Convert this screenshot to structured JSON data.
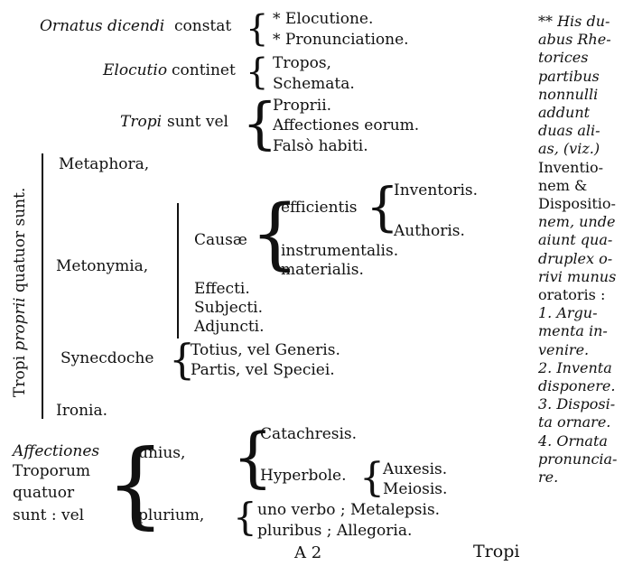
{
  "rows": {
    "ornatus_a": "Ornatus dicendi",
    "ornatus_b": "constat",
    "elocutione": "* Elocutione.",
    "pronunciatione": "* Pronunciatione.",
    "elocutio_a": "Elocutio",
    "elocutio_b": "continet",
    "tropos": "Tropos,",
    "schemata": "Schemata.",
    "tropi_a": "Tropi",
    "tropi_b": "sunt vel",
    "proprii": "Proprii.",
    "affectiones_eorum": "Affectiones eorum.",
    "falso_habiti": "Falsò habiti."
  },
  "side_label": {
    "pre": "Tropi ",
    "it": "proprii",
    "post": " quatuor sunt."
  },
  "tropes": {
    "metaphora": "Metaphora,",
    "metonymia": "Metonymia,",
    "causae": "Causæ",
    "efficientis": "efficientis",
    "inventoris": "Inventoris.",
    "authoris": "Authoris.",
    "instrumentalis": "instrumentalis.",
    "materialis": "materialis.",
    "effecti": "Effecti.",
    "subjecti": "Subjecti.",
    "adjuncti": "Adjuncti.",
    "synecdoche": "Synecdoche",
    "totius": "Totius, vel Generis.",
    "partis": "Partis, vel Speciei.",
    "ironia": "Ironia."
  },
  "affect": {
    "l1": "Affectiones",
    "l2": "Troporum",
    "l3": "quatuor",
    "l4": "sunt : vel",
    "unius": "unius,",
    "plurium": "plurium,",
    "catachresis": "Catachresis.",
    "hyperbole": "Hyperbole.",
    "auxesis": "Auxesis.",
    "meiosis": "Meiosis.",
    "uno_verbo": "uno verbo ; Metalepsis.",
    "pluribus": "pluribus ; Allegoria."
  },
  "footer": {
    "signature": "A 2",
    "catchword": "Tropi"
  },
  "sidenote": [
    "** His du-",
    "abus Rhe-",
    "torices",
    "partibus",
    "nonnulli",
    "addunt",
    "duas ali-",
    "as, (viz.)",
    "Inventio-",
    "nem &",
    "Dispositio-",
    "nem, unde",
    "aiunt qua-",
    "druplex o-",
    "rivi munus",
    "oratoris :",
    "1. Argu-",
    "menta in-",
    "venire.",
    "2. Inventa",
    "disponere.",
    "3. Disposi-",
    "ta ornare.",
    "4. Ornata",
    "pronuncia-",
    "re."
  ],
  "sidenote_italic_lines": [
    0,
    1,
    2,
    3,
    4,
    5,
    6,
    7,
    11,
    12,
    13,
    14,
    16,
    17,
    18,
    19,
    20,
    21,
    22,
    23,
    24,
    25
  ],
  "glyphs": {
    "brace_left": "{",
    "brace_right": "}"
  }
}
